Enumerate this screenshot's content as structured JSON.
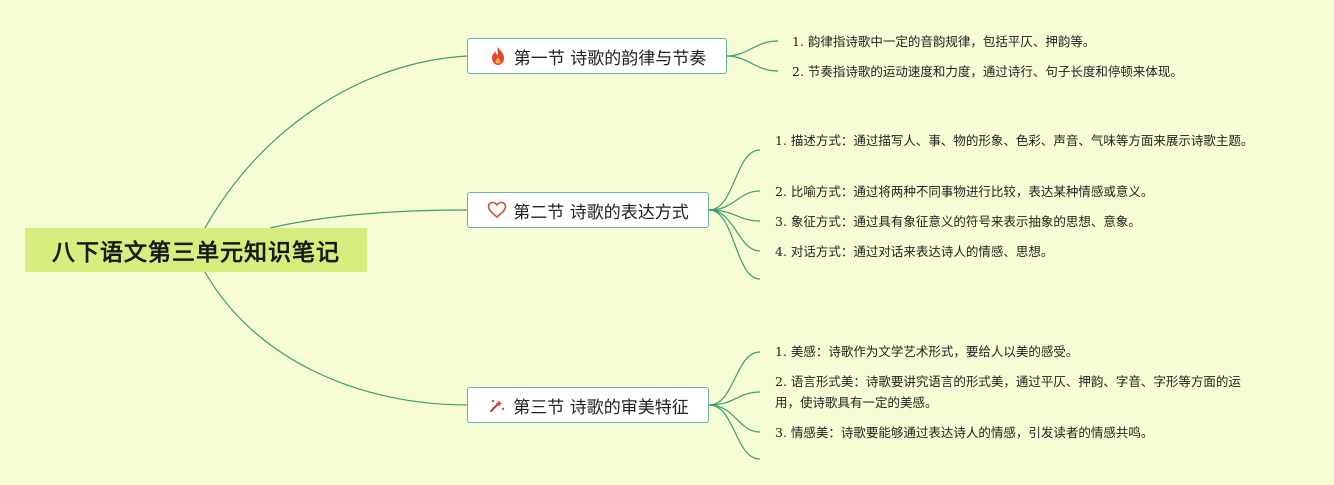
{
  "root": {
    "title": "八下语文第三单元知识笔记"
  },
  "colors": {
    "background": "#f6fdd4",
    "root_fill": "#d6ee7e",
    "connector": "#3f9a73",
    "node_border": "#6fb1a6"
  },
  "sections": [
    {
      "title": "第一节 诗歌的韵律与节奏",
      "icon": "fire-icon",
      "notes": [
        "1. 韵律指诗歌中一定的音韵规律，包括平仄、押韵等。",
        "2. 节奏指诗歌的运动速度和力度，通过诗行、句子长度和停顿来体现。"
      ]
    },
    {
      "title": "第二节 诗歌的表达方式",
      "icon": "heart-icon",
      "notes": [
        "1. 描述方式：通过描写人、事、物的形象、色彩、声音、气味等方面来展示诗歌主题。",
        "2. 比喻方式：通过将两种不同事物进行比较，表达某种情感或意义。",
        "3. 象征方式：通过具有象征意义的符号来表示抽象的思想、意象。",
        "4. 对话方式：通过对话来表达诗人的情感、思想。"
      ]
    },
    {
      "title": "第三节 诗歌的审美特征",
      "icon": "sparkle-icon",
      "notes": [
        "1. 美感：诗歌作为文学艺术形式，要给人以美的感受。",
        "2. 语言形式美：诗歌要讲究语言的形式美，通过平仄、押韵、字音、字形等方面的运用，使诗歌具有一定的美感。",
        "3. 情感美：诗歌要能够通过表达诗人的情感，引发读者的情感共鸣。"
      ]
    }
  ]
}
